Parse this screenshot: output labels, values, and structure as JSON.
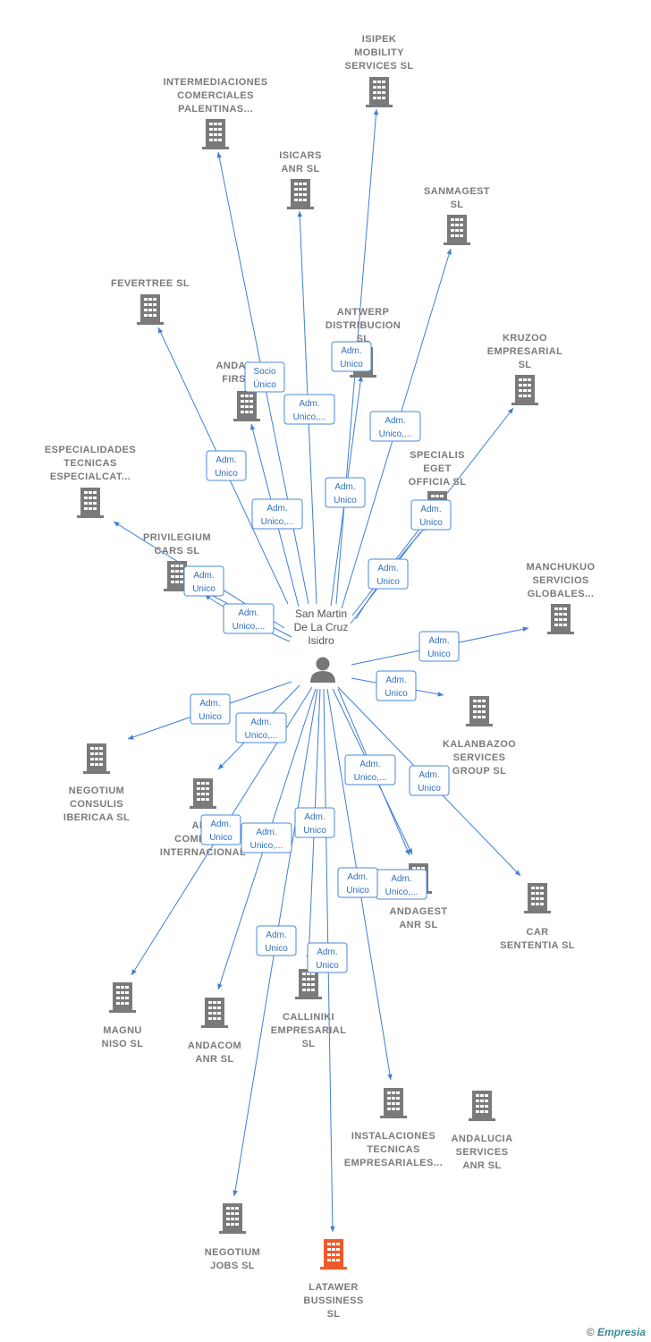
{
  "center_person": {
    "name_lines": [
      "San Martin",
      "De La Cruz",
      "Isidro"
    ],
    "icon": "person-icon"
  },
  "colors": {
    "edge": "#3f7fd6",
    "building": "#7a7a7a",
    "highlight": "#f05a28",
    "badge_text": "#2f6fbf"
  },
  "companies": [
    {
      "id": "isipek",
      "lines": [
        "ISIPEK",
        "MOBILITY",
        "SERVICES  SL"
      ]
    },
    {
      "id": "intermediaciones",
      "lines": [
        "INTERMEDIACIONES",
        "COMERCIALES",
        "PALENTINAS..."
      ]
    },
    {
      "id": "isicars",
      "lines": [
        "ISICARS",
        "ANR  SL"
      ]
    },
    {
      "id": "sanmagest",
      "lines": [
        "SANMAGEST",
        "SL"
      ]
    },
    {
      "id": "fevertree",
      "lines": [
        "FEVERTREE SL"
      ]
    },
    {
      "id": "antwerp",
      "lines": [
        "ANTWERP",
        "DISTRIBUCION",
        "SL"
      ]
    },
    {
      "id": "andalucia_first",
      "lines": [
        "ANDALUCIA",
        "FIRST A..."
      ]
    },
    {
      "id": "kruzoo",
      "lines": [
        "KRUZOO",
        "EMPRESARIAL",
        "SL"
      ]
    },
    {
      "id": "especialidades",
      "lines": [
        "ESPECIALIDADES",
        "TECNICAS",
        "ESPECIALCAT..."
      ]
    },
    {
      "id": "specialis",
      "lines": [
        "SPECIALIS",
        "EGET",
        "OFFICIA  SL"
      ]
    },
    {
      "id": "privilegium",
      "lines": [
        "PRIVILEGIUM",
        "CARS  SL"
      ]
    },
    {
      "id": "manchukuo",
      "lines": [
        "MANCHUKUO",
        "SERVICIOS",
        "GLOBALES..."
      ]
    },
    {
      "id": "kalanbazoo",
      "lines": [
        "KALANBAZOO",
        "SERVICES",
        "GROUP  SL"
      ]
    },
    {
      "id": "negotium_consulis",
      "lines": [
        "NEGOTIUM",
        "CONSULIS",
        "IBERICAA  SL"
      ]
    },
    {
      "id": "anr_comercio",
      "lines": [
        "ANR",
        "COMERCIO",
        "INTERNACIONAL"
      ]
    },
    {
      "id": "andagest",
      "lines": [
        "ANDAGEST",
        "ANR  SL"
      ]
    },
    {
      "id": "car_sententia",
      "lines": [
        "CAR",
        "SENTENTIA  SL"
      ]
    },
    {
      "id": "magnu",
      "lines": [
        "MAGNU",
        "NISO  SL"
      ]
    },
    {
      "id": "andacom",
      "lines": [
        "ANDACOM",
        "ANR  SL"
      ]
    },
    {
      "id": "calliniki",
      "lines": [
        "CALLINIKI",
        "EMPRESARIAL",
        "SL"
      ]
    },
    {
      "id": "instalaciones",
      "lines": [
        "INSTALACIONES",
        "TECNICAS",
        "EMPRESARIALES..."
      ]
    },
    {
      "id": "andalucia_services",
      "lines": [
        "ANDALUCIA",
        "SERVICES",
        "ANR  SL"
      ]
    },
    {
      "id": "negotium_jobs",
      "lines": [
        "NEGOTIUM",
        "JOBS  SL"
      ]
    },
    {
      "id": "latawer",
      "lines": [
        "LATAWER",
        "BUSSINESS",
        "SL"
      ],
      "highlight": true
    }
  ],
  "relations": [
    {
      "target": "isipek",
      "lines": [
        "Adm.",
        "Unico"
      ]
    },
    {
      "target": "intermediaciones",
      "lines": [
        "Adm.",
        "Unico,..."
      ]
    },
    {
      "target": "isicars",
      "lines": [
        "Adm.",
        "Unico,..."
      ]
    },
    {
      "target": "sanmagest",
      "lines": [
        "Adm.",
        "Unico,..."
      ]
    },
    {
      "target": "fevertree",
      "lines": [
        "Adm.",
        "Unico"
      ]
    },
    {
      "target": "andalucia_first",
      "lines": [
        "Socio",
        "Único"
      ]
    },
    {
      "target": "antwerp",
      "lines": [
        "Adm.",
        "Unico"
      ]
    },
    {
      "target": "kruzoo",
      "lines": [
        "Adm.",
        "Unico"
      ]
    },
    {
      "target": "specialis",
      "lines": [
        "Adm.",
        "Unico"
      ]
    },
    {
      "target": "especialidades",
      "lines": [
        "Adm.",
        "Unico"
      ]
    },
    {
      "target": "privilegium",
      "lines": [
        "Adm.",
        "Unico,..."
      ]
    },
    {
      "target": "manchukuo",
      "lines": [
        "Adm.",
        "Unico"
      ]
    },
    {
      "target": "kalanbazoo",
      "lines": [
        "Adm.",
        "Unico"
      ]
    },
    {
      "target": "negotium_consulis",
      "lines": [
        "Adm.",
        "Unico"
      ]
    },
    {
      "target": "anr_comercio",
      "lines": [
        "Adm.",
        "Unico,..."
      ]
    },
    {
      "target": "andagest",
      "lines": [
        "Adm.",
        "Unico,..."
      ]
    },
    {
      "target": "andagest_b",
      "lines": [
        "Adm.",
        "Unico,..."
      ]
    },
    {
      "target": "car_sententia",
      "lines": [
        "Adm.",
        "Unico"
      ]
    },
    {
      "target": "magnu",
      "lines": [
        "Adm.",
        "Unico"
      ]
    },
    {
      "target": "andacom",
      "lines": [
        "Adm.",
        "Unico,..."
      ]
    },
    {
      "target": "calliniki",
      "lines": [
        "Adm.",
        "Unico"
      ]
    },
    {
      "target": "instalaciones",
      "lines": [
        "Adm.",
        "Unico"
      ]
    },
    {
      "target": "negotium_jobs",
      "lines": [
        "Adm.",
        "Unico"
      ]
    },
    {
      "target": "latawer",
      "lines": [
        "Adm.",
        "Unico"
      ]
    }
  ],
  "footer": {
    "copyright_symbol": "©",
    "brand": "Empresia"
  }
}
